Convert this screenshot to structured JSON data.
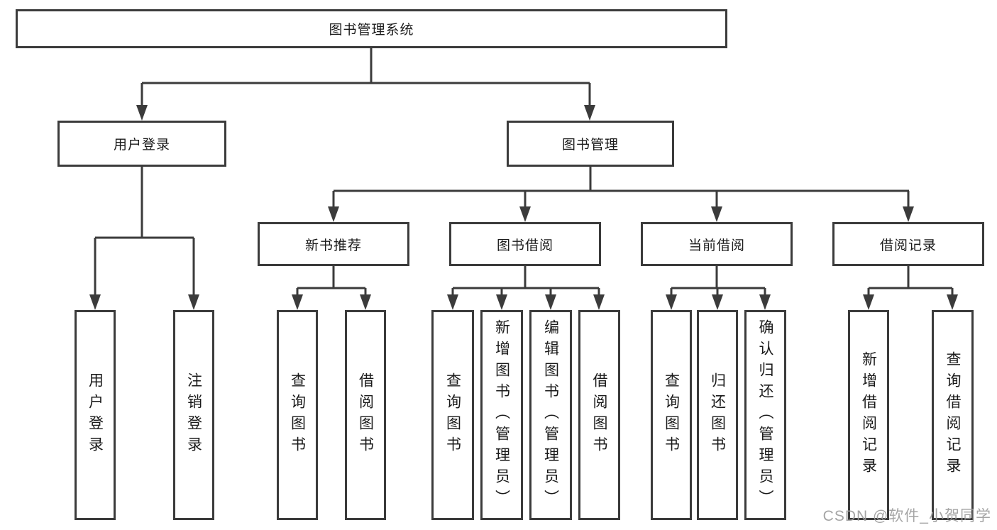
{
  "diagram_title": "图书管理系统",
  "colors": {
    "line": "#3b3b3b",
    "text": "#1a1a1a",
    "watermark_gray": "#9c9c9c"
  },
  "tree": {
    "root": {
      "label": "图书管理系统"
    },
    "branches": [
      {
        "label": "用户登录",
        "children": [
          {
            "label": "用户登录"
          },
          {
            "label": "注销登录"
          }
        ]
      },
      {
        "label": "图书管理",
        "children": [
          {
            "label": "新书推荐",
            "children": [
              {
                "label": "查询图书"
              },
              {
                "label": "借阅图书"
              }
            ]
          },
          {
            "label": "图书借阅",
            "children": [
              {
                "label": "查询图书"
              },
              {
                "label": "新增图书（管理员）"
              },
              {
                "label": "编辑图书（管理员）"
              },
              {
                "label": "借阅图书"
              }
            ]
          },
          {
            "label": "当前借阅",
            "children": [
              {
                "label": "查询图书"
              },
              {
                "label": "归还图书"
              },
              {
                "label": "确认归还（管理员）"
              }
            ]
          },
          {
            "label": "借阅记录",
            "children": [
              {
                "label": "新增借阅记录"
              },
              {
                "label": "查询借阅记录"
              }
            ]
          }
        ]
      }
    ]
  },
  "watermark": {
    "text": "CSDN @软件_小贺同学"
  }
}
